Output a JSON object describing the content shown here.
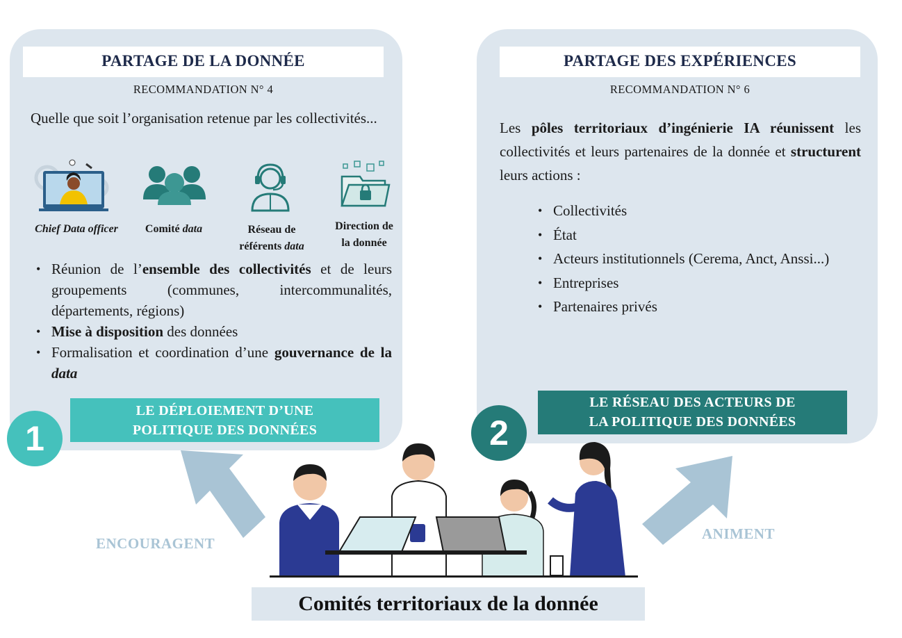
{
  "left_panel": {
    "title": "PARTAGE DE LA DONNÉE",
    "recommendation": "RECOMMANDATION N° 4",
    "intro": "Quelle que soit l’organisation retenue par les collectivités...",
    "icons": [
      {
        "label": "Chief Data officer",
        "icon": "chief-data-officer-icon"
      },
      {
        "label_prefix": "Comité ",
        "label_italic": "data",
        "icon": "committee-icon"
      },
      {
        "label_line1": "Réseau de",
        "label_line2_prefix": "référents ",
        "label_line2_italic": "data",
        "icon": "network-headset-icon"
      },
      {
        "label_line1": "Direction de",
        "label_line2": "la donnée",
        "icon": "data-folder-icon"
      }
    ],
    "bullets": [
      {
        "pre": "Réunion de l’",
        "bold": "ensemble des collectivités",
        "post": " et de leurs groupements (communes, intercommunalités, départements, régions)"
      },
      {
        "bold": "Mise à disposition",
        "post": " des données"
      },
      {
        "pre": "Formalisation et coordination d’une ",
        "bold": "gouvernance de la ",
        "bold_italic": "data"
      }
    ],
    "banner_line1": "LE DÉPLOIEMENT D’UNE",
    "banner_line2": "POLITIQUE DES DONNÉES",
    "number": "1"
  },
  "right_panel": {
    "title": "PARTAGE DES EXPÉRIENCES",
    "recommendation": "RECOMMANDATION N° 6",
    "intro_pre": "Les ",
    "intro_bold": "pôles territoriaux d’ingénierie IA réunissent",
    "intro_mid": " les collectivités et leurs partenaires de la donnée et ",
    "intro_bold2": "structurent",
    "intro_post": " leurs actions :",
    "bullets": [
      "Collectivités",
      "État",
      "Acteurs institutionnels (Cerema, Anct, Anssi...)",
      "Entreprises",
      "Partenaires privés"
    ],
    "banner_line1": "LE RÉSEAU DES ACTEURS DE",
    "banner_line2": "LA POLITIQUE DES DONNÉES",
    "number": "2"
  },
  "arrows": {
    "left_label": "ENCOURAGENT",
    "right_label": "ANIMENT"
  },
  "bottom_label": "Comités territoriaux de la donnée",
  "colors": {
    "panel": "#dde6ee",
    "teal_light": "#45c1bc",
    "teal_dark": "#257b78",
    "arrow": "#a9c4d5",
    "title_text": "#1e2a4a"
  }
}
